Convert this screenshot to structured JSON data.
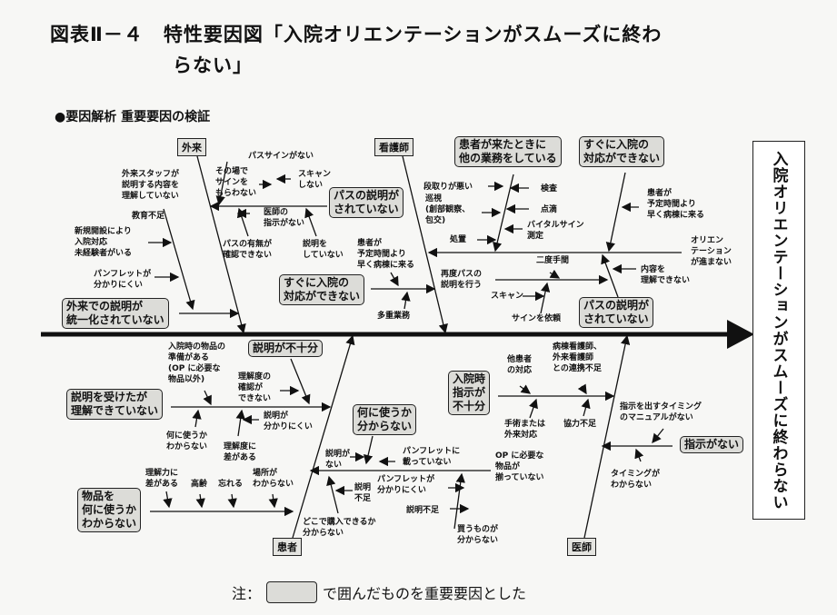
{
  "title": {
    "line1": "図表Ⅱ－４　特性要因図「入院オリエンテーションがスムーズに終わ",
    "line2": "らない」"
  },
  "subtitle": "●要因解析 重要要因の検証",
  "effect": "入院オリエンテーションがスムーズに終わらない",
  "categories": {
    "outpatient": "外来",
    "nurse": "看護師",
    "patient": "患者",
    "doctor": "医師"
  },
  "key_factors": {
    "path_not_explained_top": "パスの説明が\nされていない",
    "cannot_admit_immediately_left": "すぐに入院の\n対応ができない",
    "outpatient_explanation": "外来での説明が\n統一化されていない",
    "busy_other_work": "患者が来たときに\n他の業務をしている",
    "cannot_admit_immediately_right": "すぐに入院の\n対応ができない",
    "path_not_explained_right": "パスの説明が\nされていない",
    "explanation_insufficient": "説明が不十分",
    "explained_not_understood": "説明を受けたが\n理解できていない",
    "unknown_use": "何に使うか\n分からない",
    "items_unknown_use": "物品を\n何に使うか\nわからない",
    "admission_instruction": "入院時\n指示が\n不十分",
    "no_instruction": "指示がない"
  },
  "causes": {
    "no_path_sign": "パスサインがない",
    "no_sign_onsite": "その場で\nサインを\nもらわない",
    "no_scan": "スキャン\nしない",
    "no_doctor_instruction": "医師の\n指示がない",
    "cannot_confirm_path": "パスの有無が\n確認できない",
    "not_explaining": "説明を\nしていない",
    "patient_early_left": "患者が\n予定時間より\n早く病棟に来る",
    "multitask": "多重業務",
    "staff_not_understand": "外来スタッフが\n説明する内容を\n理解していない",
    "lack_education": "教育不足",
    "inexperienced": "新規開設により\n入院対応\n未経験者がいる",
    "pamphlet_hard_top": "パンフレットが\n分かりにくい",
    "poor_planning": "段取りが悪い",
    "exam": "検査",
    "rounds": "巡視\n(創部観察、\n包交)",
    "drip": "点滴",
    "vitals": "バイタルサイン\n測定",
    "treatment": "処置",
    "patient_early_right": "患者が\n予定時間より\n早く病棟に来る",
    "orientation_stalls": "オリエン\nテーション\nが進まない",
    "double_work": "二度手間",
    "re_explain": "再度パスの\n説明を行う",
    "scan": "スキャン",
    "request_sign": "サインを依頼",
    "cannot_understand": "内容を\n理解できない",
    "item_prep": "入院時の物品の\n準備がある\n(OP に必要な\n物品以外)",
    "cannot_check_understanding": "理解度の\n確認が\nできない",
    "hard_explanation": "説明が\n分かりにくい",
    "unknown_use_small": "何に使うか\nわからない",
    "understanding_gap": "理解度に\n差がある",
    "comprehension_gap": "理解力に\n差がある",
    "elderly": "高齢",
    "forget": "忘れる",
    "unknown_place": "場所が\nわからない",
    "no_explanation": "説明が\nない",
    "lack_explanation_a": "説明\n不足",
    "where_to_buy": "どこで購入できるか\n分からない",
    "not_in_pamphlet": "パンフレットに\n載っていない",
    "pamphlet_hard_bottom": "パンフレットが\n分かりにくい",
    "lack_explanation_b": "説明不足",
    "op_items_missing": "OP に必要な\n物品が\n揃っていない",
    "unknown_what_to_buy": "買うものが\n分からない",
    "other_patients": "他患者\nの対応",
    "nurse_coordination": "病棟看護師、\n外来看護師\nとの連携不足",
    "surgery_outpatient": "手術または\n外来対応",
    "lack_cooperation": "協力不足",
    "no_timing_manual": "指示を出すタイミング\nのマニュアルがない",
    "unknown_timing": "タイミングが\nわからない"
  },
  "note": {
    "prefix": "注：",
    "suffix": "で囲んだものを重要要因とした"
  }
}
